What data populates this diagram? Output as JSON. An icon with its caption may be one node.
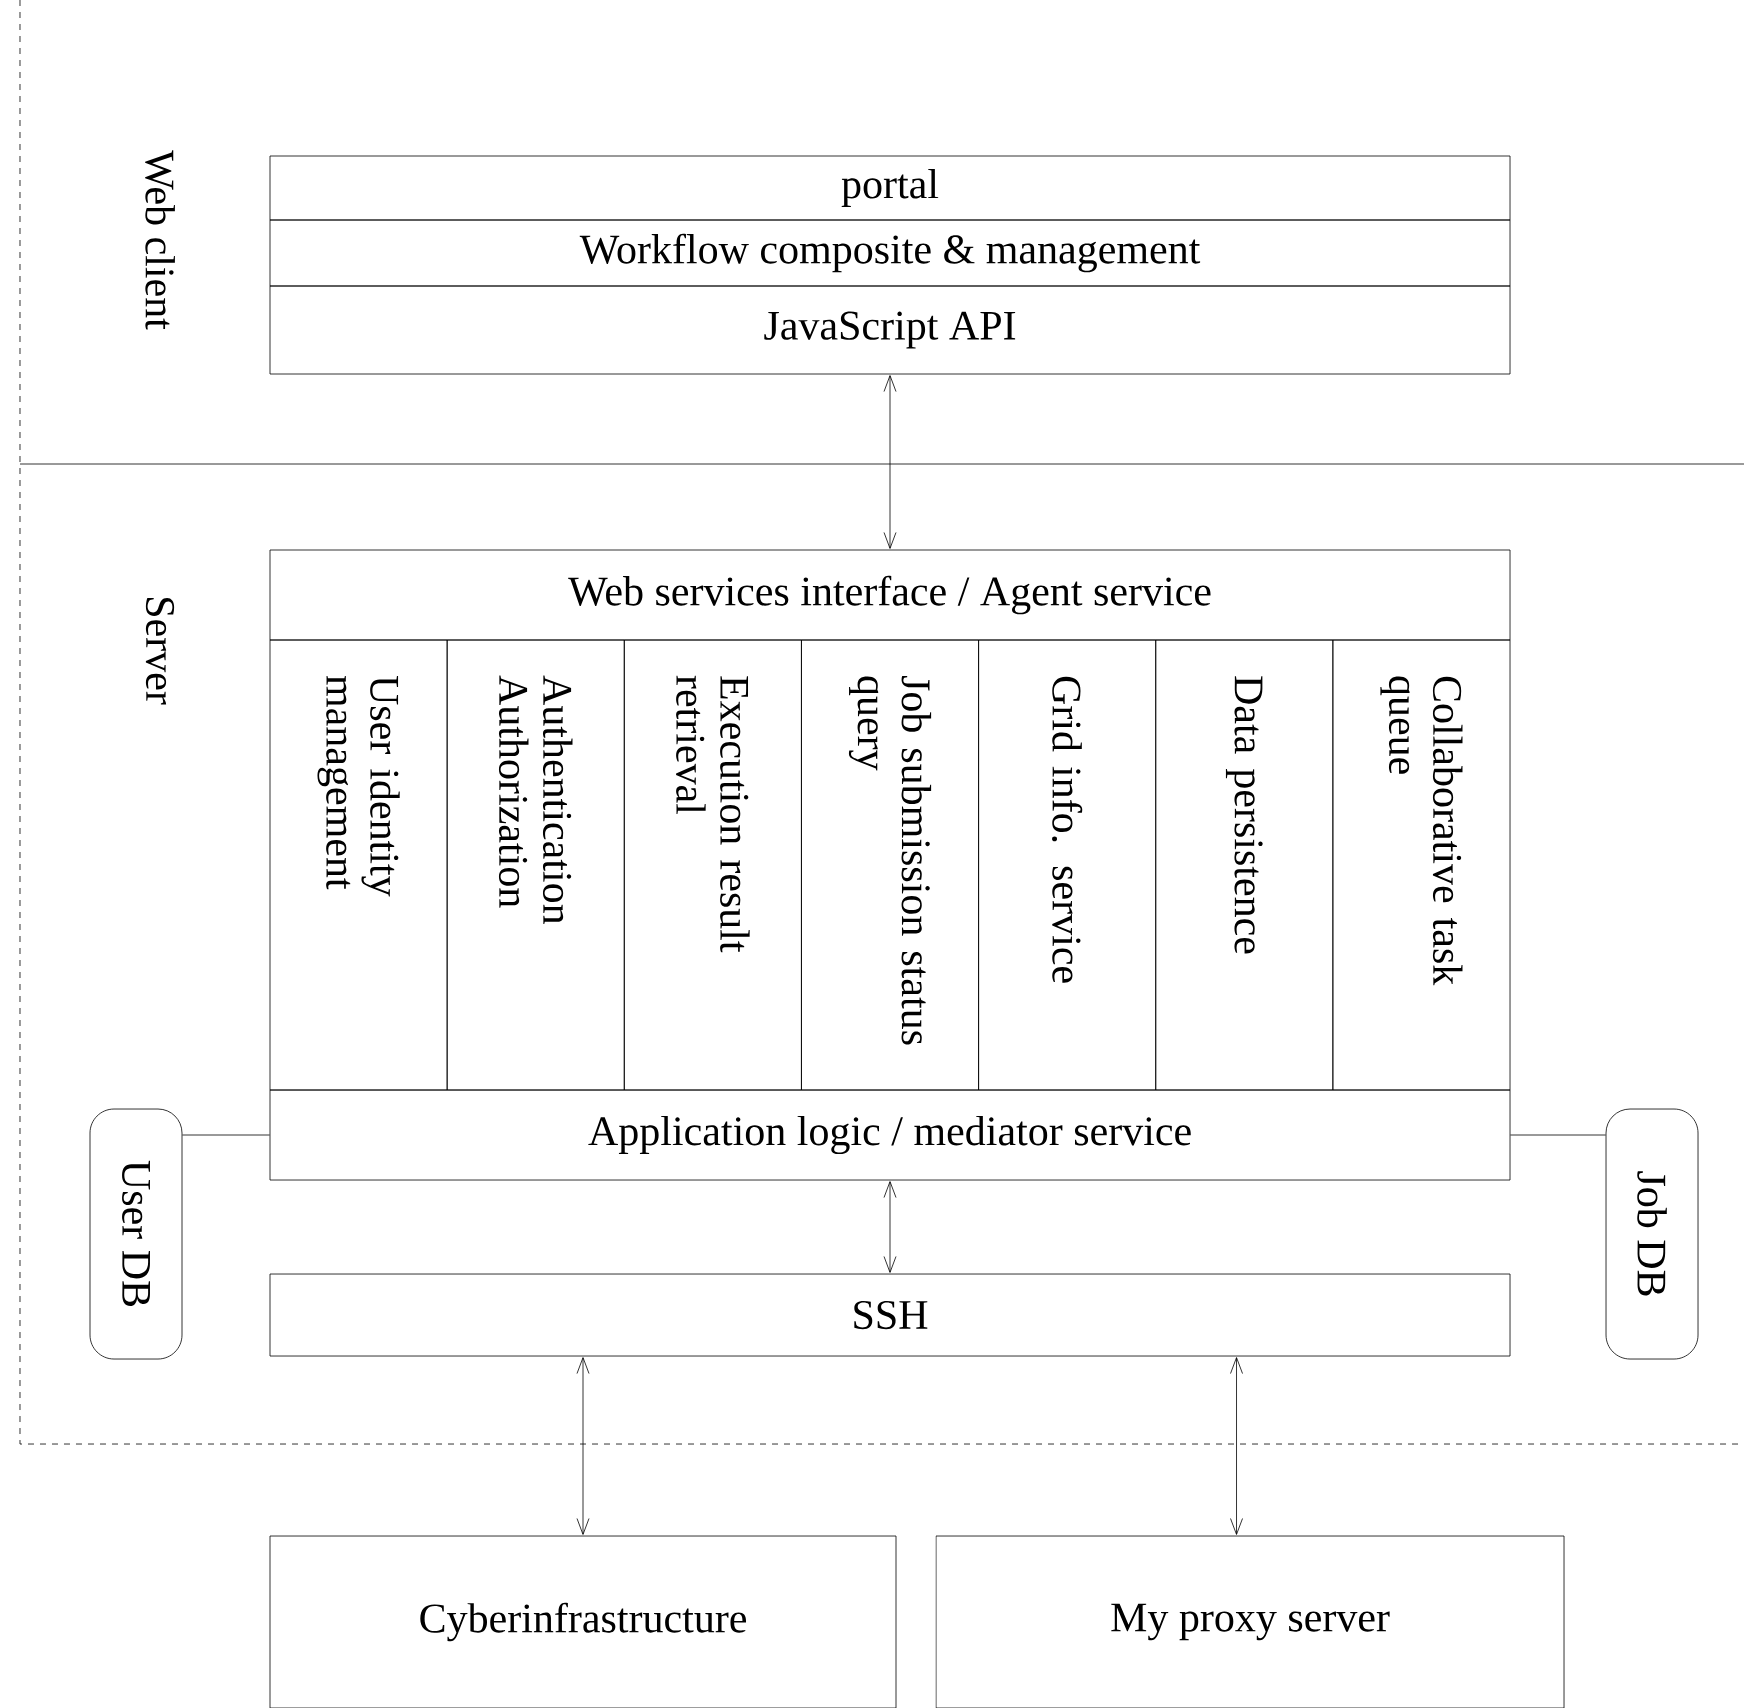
{
  "diagram": {
    "nodes": [
      {
        "text": [
          "portal"
        ]
      },
      {
        "text": [
          "Workflow composite & management"
        ]
      },
      {
        "text": [
          "JavaScript API"
        ]
      },
      {
        "text": [
          "Web services interface / Agent service"
        ]
      },
      {
        "text": [
          "User identity management"
        ]
      },
      {
        "text": [
          "Authentication Authorization"
        ]
      },
      {
        "text": [
          "Execution result retrieval"
        ]
      },
      {
        "text": [
          "Job submission status query"
        ]
      },
      {
        "text": [
          "Grid info. service"
        ]
      },
      {
        "text": [
          "Data persistence"
        ]
      },
      {
        "text": [
          "Collaborative task queue"
        ]
      },
      {
        "text": [
          "Application logic / mediator service"
        ]
      },
      {
        "text": [
          "User DB"
        ]
      },
      {
        "text": [
          "Job DB"
        ]
      },
      {
        "text": [
          "SSH"
        ]
      },
      {
        "text": [
          "Cyberinfrastructure"
        ]
      },
      {
        "text": [
          "My proxy server"
        ]
      }
    ],
    "edges": [
      {
        "from": 2,
        "to": 3,
        "arrow": "both"
      },
      {
        "from": 11,
        "to": 14,
        "arrow": "both"
      },
      {
        "from": 12,
        "to": 11,
        "arrow": "none"
      },
      {
        "from": 13,
        "to": 11,
        "arrow": "none"
      },
      {
        "from": 14,
        "to": 15,
        "arrow": "both"
      },
      {
        "from": 14,
        "to": 16,
        "arrow": "both"
      }
    ],
    "labels": [
      "Web client",
      "Server"
    ]
  }
}
